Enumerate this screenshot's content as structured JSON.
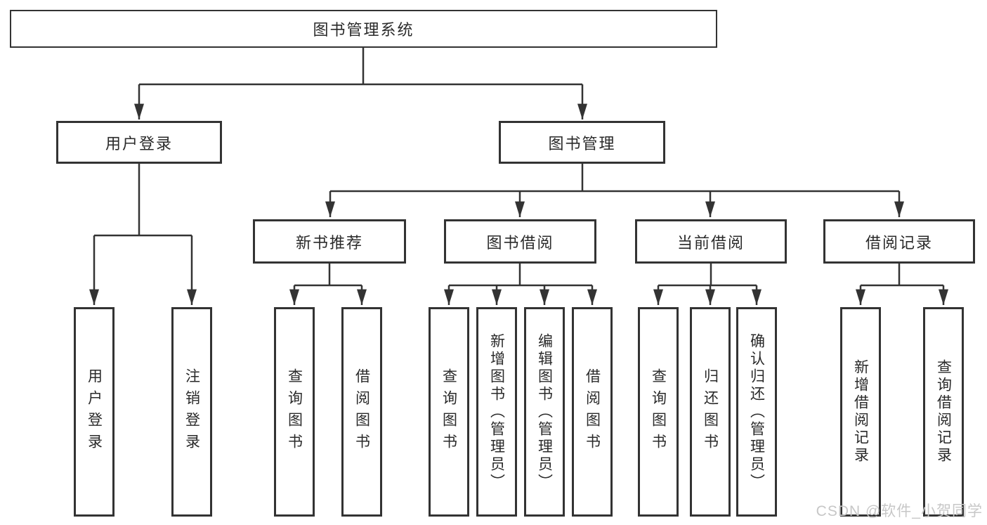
{
  "diagram_title": "图书管理系统",
  "tree": {
    "label": "图书管理系统",
    "children": [
      {
        "label": "用户登录",
        "children": [
          {
            "label": "用户登录"
          },
          {
            "label": "注销登录"
          }
        ]
      },
      {
        "label": "图书管理",
        "children": [
          {
            "label": "新书推荐",
            "children": [
              {
                "label": "查询图书"
              },
              {
                "label": "借阅图书"
              }
            ]
          },
          {
            "label": "图书借阅",
            "children": [
              {
                "label": "查询图书"
              },
              {
                "label": "新增图书（管理员）"
              },
              {
                "label": "编辑图书（管理员）"
              },
              {
                "label": "借阅图书"
              }
            ]
          },
          {
            "label": "当前借阅",
            "children": [
              {
                "label": "查询图书"
              },
              {
                "label": "归还图书"
              },
              {
                "label": "确认归还（管理员）"
              }
            ]
          },
          {
            "label": "借阅记录",
            "children": [
              {
                "label": "新增借阅记录"
              },
              {
                "label": "查询借阅记录"
              }
            ]
          }
        ]
      }
    ]
  },
  "watermark": {
    "text": "CSDN @软件_小贺同学"
  },
  "colors": {
    "line": "#333333",
    "box_border": "#333333",
    "box_background": "#ffffff",
    "text": "#2a2a2a",
    "watermark": "#c7c7c7",
    "background": "#ffffff"
  }
}
